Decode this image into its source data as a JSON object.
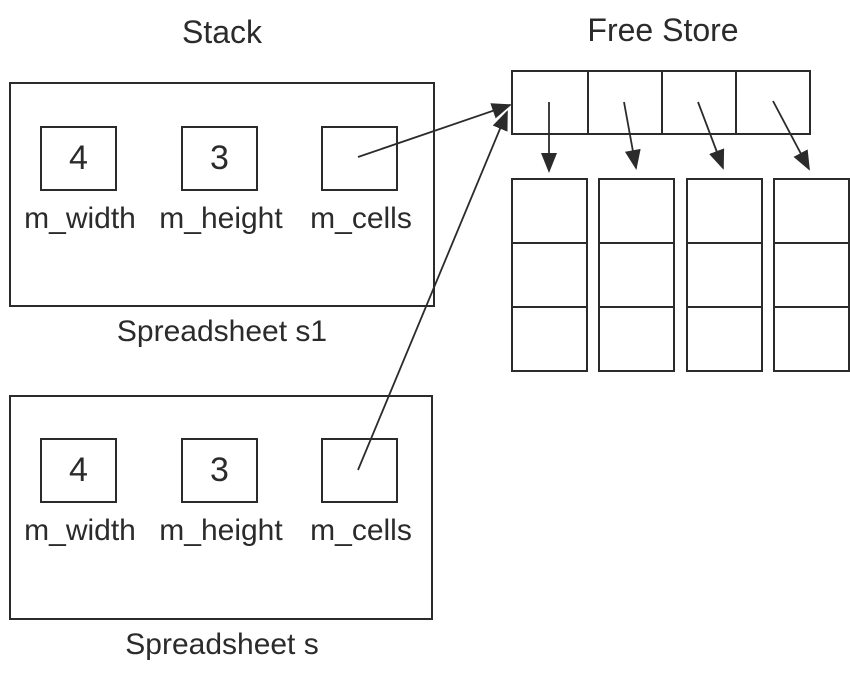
{
  "diagram": {
    "stack_title": "Stack",
    "free_store_title": "Free Store",
    "objects": [
      {
        "caption": "Spreadsheet s1",
        "fields": [
          {
            "label": "m_width",
            "value": "4"
          },
          {
            "label": "m_height",
            "value": "3"
          },
          {
            "label": "m_cells",
            "value": ""
          }
        ]
      },
      {
        "caption": "Spreadsheet s",
        "fields": [
          {
            "label": "m_width",
            "value": "4"
          },
          {
            "label": "m_height",
            "value": "3"
          },
          {
            "label": "m_cells",
            "value": ""
          }
        ]
      }
    ],
    "free_store": {
      "pointer_row_cell_count": 4,
      "array_column_count": 4,
      "cells_per_column": 3
    },
    "pointers": [
      "Spreadsheet s1 m_cells -> free store pointer row",
      "Spreadsheet s m_cells -> free store pointer row",
      "pointer row cell 1 -> array column 1",
      "pointer row cell 2 -> array column 2",
      "pointer row cell 3 -> array column 3",
      "pointer row cell 4 -> array column 4"
    ],
    "colors": {
      "stroke": "#2b2b2b",
      "background": "#ffffff"
    }
  }
}
